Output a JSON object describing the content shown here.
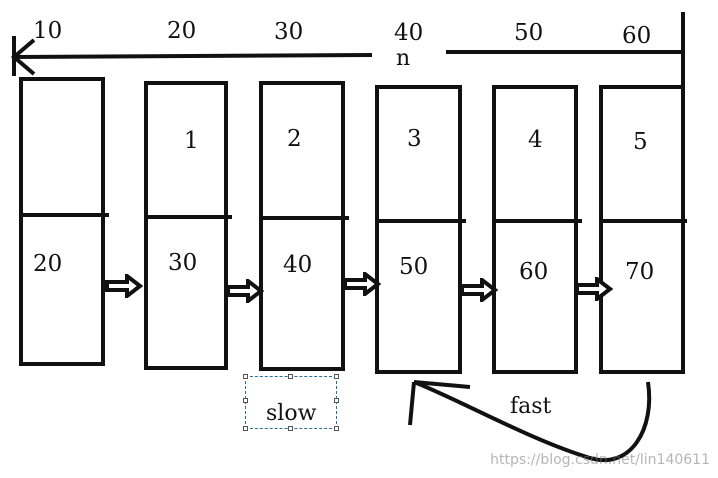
{
  "top_values": [
    "10",
    "20",
    "30",
    "40",
    "50",
    "60"
  ],
  "n_label": "n",
  "nodes": [
    {
      "index": "",
      "value": "20"
    },
    {
      "index": "1",
      "value": "30"
    },
    {
      "index": "2",
      "value": "40"
    },
    {
      "index": "3",
      "value": "50"
    },
    {
      "index": "4",
      "value": "60"
    },
    {
      "index": "5",
      "value": "70"
    }
  ],
  "slow_label": "slow",
  "fast_label": "fast",
  "watermark": "https://blog.csdn.net/lin140611",
  "colors": {
    "ink": "#111111",
    "selection": "#2a6f9a",
    "background": "#ffffff"
  }
}
